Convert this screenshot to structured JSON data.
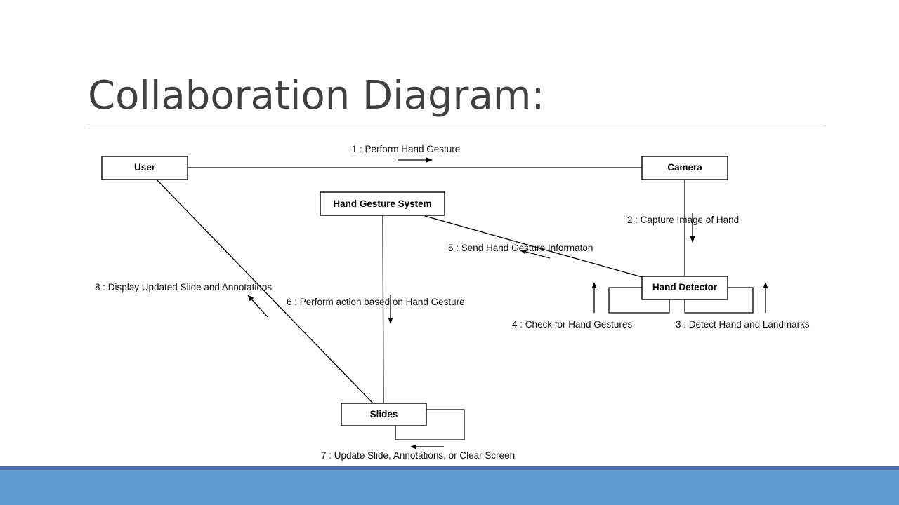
{
  "slide": {
    "title": "Collaboration Diagram:"
  },
  "objects": {
    "user": "User",
    "camera": "Camera",
    "hand_gesture_system": "Hand Gesture System",
    "hand_detector": "Hand Detector",
    "slides": "Slides"
  },
  "messages": {
    "m1": "1 : Perform Hand Gesture",
    "m2": "2 : Capture Image of Hand",
    "m3": "3 : Detect Hand and Landmarks",
    "m4": "4 : Check for Hand Gestures",
    "m5": "5 : Send Hand Gesture Informaton",
    "m6": "6 : Perform action based on Hand Gesture",
    "m7": "7 : Update Slide, Annotations, or Clear Screen",
    "m8": "8 : Display Updated Slide and Annotations"
  },
  "colors": {
    "title": "#404040",
    "footer": "#629dd1",
    "footer_band": "#4f6fae"
  }
}
